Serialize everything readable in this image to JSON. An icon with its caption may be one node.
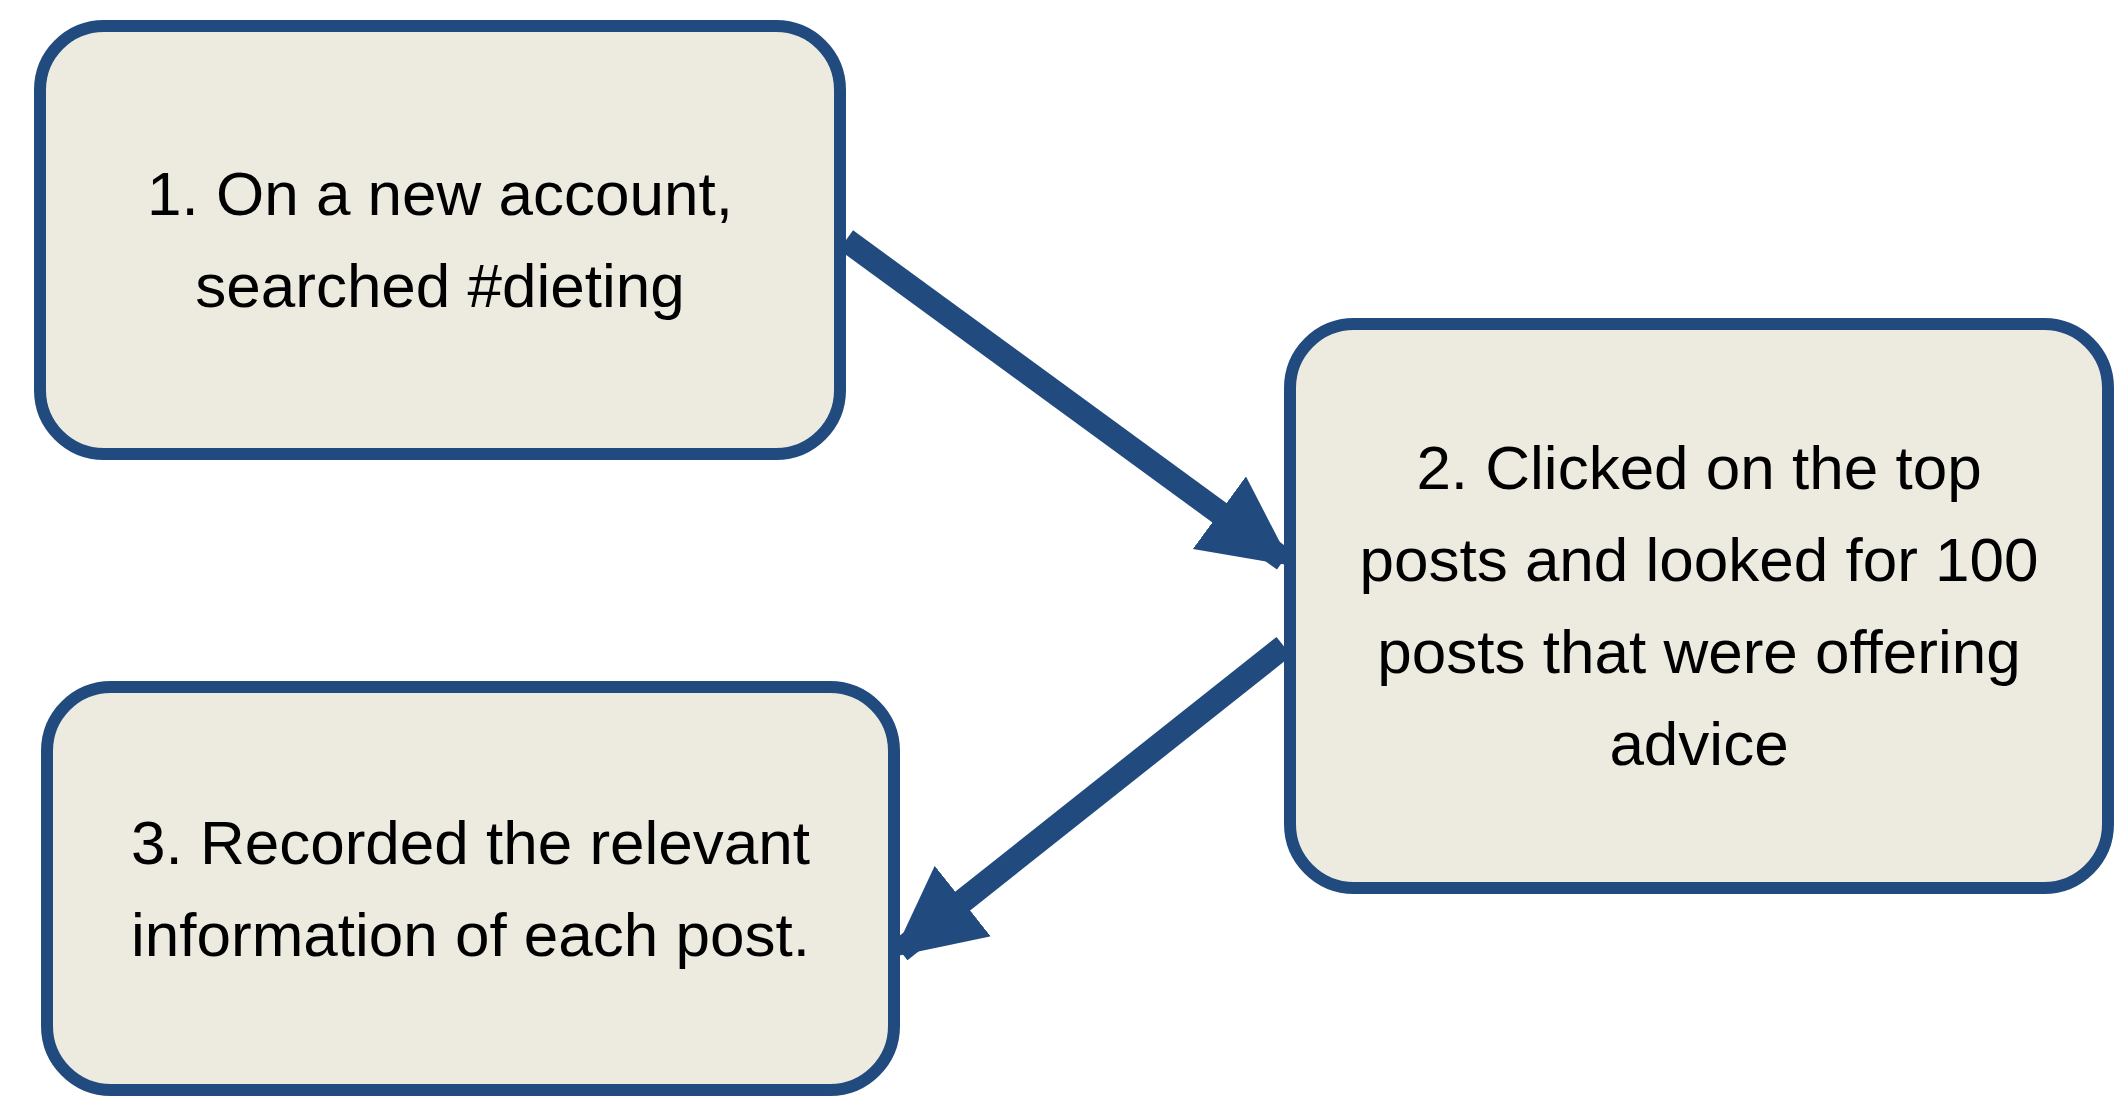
{
  "diagram": {
    "nodes": [
      {
        "text": [
          "1. On a new account, searched #dieting"
        ]
      },
      {
        "text": [
          "2. Clicked on the top posts and looked for 100 posts that were offering advice"
        ]
      },
      {
        "text": [
          "3. Recorded the relevant information of each post."
        ]
      }
    ],
    "edges": [
      {
        "from": 0,
        "to": 1,
        "arrow": "to"
      },
      {
        "from": 1,
        "to": 2,
        "arrow": "to"
      }
    ]
  }
}
